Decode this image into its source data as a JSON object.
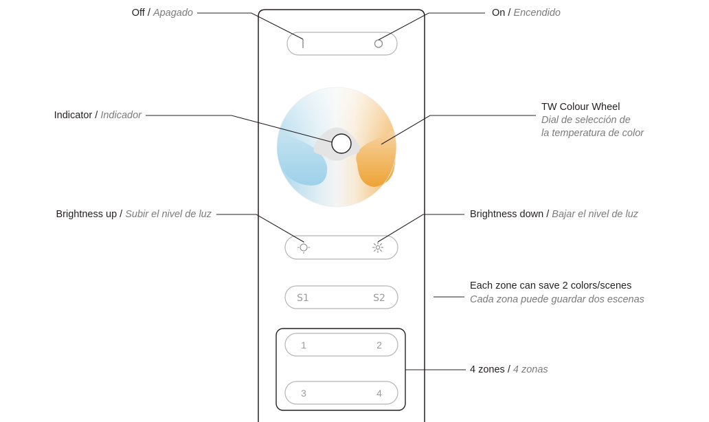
{
  "labels": {
    "off": {
      "en": "Off",
      "es": "Apagado"
    },
    "on": {
      "en": "On",
      "es": "Encendido"
    },
    "indicator": {
      "en": "Indicator",
      "es": "Indicador"
    },
    "wheel": {
      "en": "TW Colour Wheel",
      "es1": "Dial de selección de",
      "es2": "la temperatura de color"
    },
    "bright_up": {
      "en": "Brightness up",
      "es": "Subir el nivel de luz"
    },
    "bright_down": {
      "en": "Brightness down",
      "es": "Bajar el nivel de luz"
    },
    "scenes": {
      "en": "Each zone can save 2 colors/scenes",
      "es": "Cada zona puede guardar dos escenas"
    },
    "zones": {
      "en": "4 zones",
      "es": "4 zonas"
    }
  },
  "buttons": {
    "off_symbol": "I",
    "on_symbol": "O",
    "s1": "S1",
    "s2": "S2",
    "z1": "1",
    "z2": "2",
    "z3": "3",
    "z4": "4"
  },
  "colors": {
    "cool": "#9fd2ea",
    "warm": "#efa53a",
    "outline": "#231f20",
    "button_outline": "#b4b4b4"
  }
}
